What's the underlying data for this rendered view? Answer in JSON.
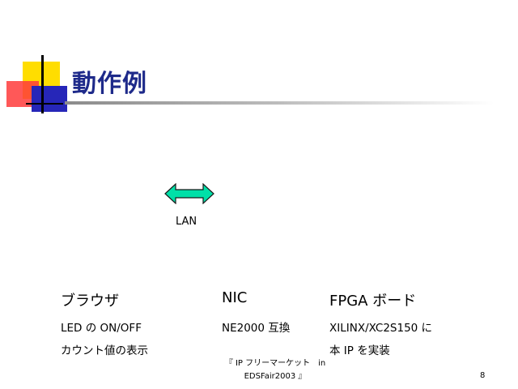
{
  "slide": {
    "title": "動作例",
    "lan_label": "LAN",
    "columns": [
      {
        "heading": "ブラウザ",
        "items": [
          "LED の ON/OFF",
          "カウント値の表示"
        ]
      },
      {
        "heading": "NIC",
        "items": [
          "NE2000 互換"
        ]
      },
      {
        "heading": "FPGA ボード",
        "items": [
          "XILINX/XC2S150 に",
          "本 IP を実装"
        ]
      }
    ],
    "footer_line1": "『 IP フリーマーケット　in",
    "footer_line2": "EDSFair2003 』",
    "page_number": "8"
  },
  "colors": {
    "title": "#1e2a8a",
    "arrow_fill": "#00e0a8",
    "logo_yellow": "#ffdd00",
    "logo_red": "#ff3b3b",
    "logo_blue": "#2626b8"
  },
  "icons": {
    "arrow": "double-arrow-icon"
  }
}
